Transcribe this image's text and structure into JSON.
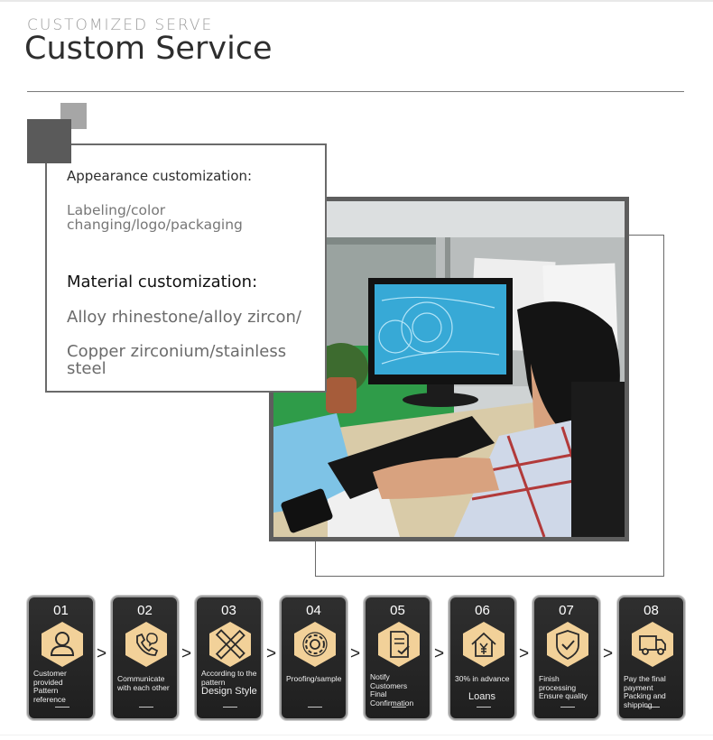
{
  "header": {
    "subtitle": "CUSTOMIZED SERVE",
    "title": "Custom Service"
  },
  "info": {
    "appearance_heading": "Appearance customization:",
    "appearance_line1": "Labeling/color",
    "appearance_line2": "changing/logo/packaging",
    "material_heading": "Material customization:",
    "material_line1": "Alloy rhinestone/alloy zircon/",
    "material_line2a": "Copper zirconium/stainless",
    "material_line2b": "steel"
  },
  "colors": {
    "hex_gold": "#f2d199",
    "step_bg": "#262626",
    "accent_gray": "#5a5a5a"
  },
  "steps": [
    {
      "num": "01",
      "icon": "user-icon",
      "lines": [
        "Customer",
        "provided",
        "Pattern",
        "reference"
      ]
    },
    {
      "num": "02",
      "icon": "phone-chat-icon",
      "lines": [
        "Communicate",
        "with each other"
      ]
    },
    {
      "num": "03",
      "icon": "ruler-pencil-icon",
      "lines": [
        "According to the",
        "pattern"
      ],
      "big": "Design Style"
    },
    {
      "num": "04",
      "icon": "gear-icon",
      "lines": [
        "Proofing/sample"
      ]
    },
    {
      "num": "05",
      "icon": "document-check-icon",
      "lines": [
        "Notify",
        "Customers",
        "Final",
        "Confirmation"
      ]
    },
    {
      "num": "06",
      "icon": "house-yen-icon",
      "lines": [
        "30% in advance"
      ],
      "big": "Loans"
    },
    {
      "num": "07",
      "icon": "shield-check-icon",
      "lines": [
        "Finish",
        "processing",
        "Ensure quality"
      ]
    },
    {
      "num": "08",
      "icon": "truck-icon",
      "lines": [
        "Pay the final",
        "payment",
        "Packing and",
        "shipping"
      ]
    }
  ],
  "arrow_glyph": ">"
}
